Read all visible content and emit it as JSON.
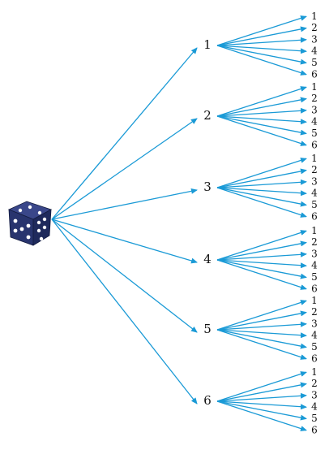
{
  "diagram": {
    "arrow_color": "#1a9ad6",
    "die": {
      "icon": "die-icon",
      "body_color": "#28346e",
      "pip_color": "#ffffff"
    },
    "first_roll": [
      "1",
      "2",
      "3",
      "4",
      "5",
      "6"
    ],
    "second_roll": [
      "1",
      "2",
      "3",
      "4",
      "5",
      "6"
    ]
  }
}
